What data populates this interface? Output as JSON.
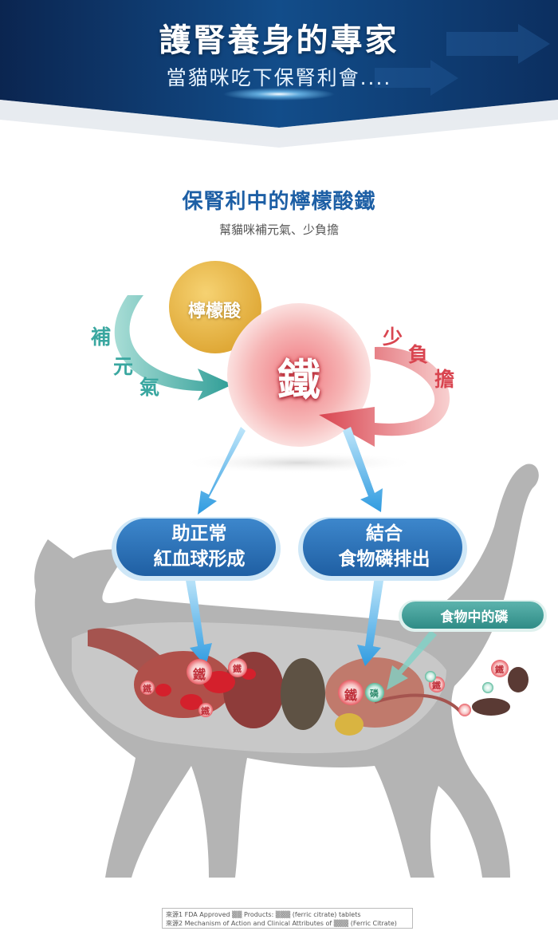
{
  "header": {
    "title": "護腎養身的專家",
    "subtitle": "當貓咪吃下保腎利會...."
  },
  "section": {
    "title": "保腎利中的檸檬酸鐵",
    "subtitle": "幫貓咪補元氣、少負擔"
  },
  "diagram": {
    "lemon_acid": "檸檬酸",
    "iron": "鐵",
    "left_label_chars": [
      "補",
      "元",
      "氣"
    ],
    "right_label_chars": [
      "少",
      "負",
      "擔"
    ],
    "pill_left": [
      "助正常",
      "紅血球形成"
    ],
    "pill_right": [
      "結合",
      "食物磷排出"
    ],
    "food_phosphorus": "食物中的磷",
    "iron_tag": "鐵",
    "phosphorus_tag": "磷"
  },
  "colors": {
    "header_dark": "#0d2a55",
    "header_mid": "#12508a",
    "title_blue": "#1d5fa5",
    "teal": "#3aa7a0",
    "red_arrow": "#d94550",
    "lemon": "#e9b94a",
    "pill_blue": "#2a6fb6",
    "cat_gray": "#b4b4b4"
  },
  "sources": {
    "line1": "來源1 FDA Approved ▒▒ Products: ▒▒▒ (ferric citrate) tablets",
    "line2": "來源2 Mechanism of Action and Clinical Attributes of ▒▒▒ (Ferric Citrate)"
  }
}
